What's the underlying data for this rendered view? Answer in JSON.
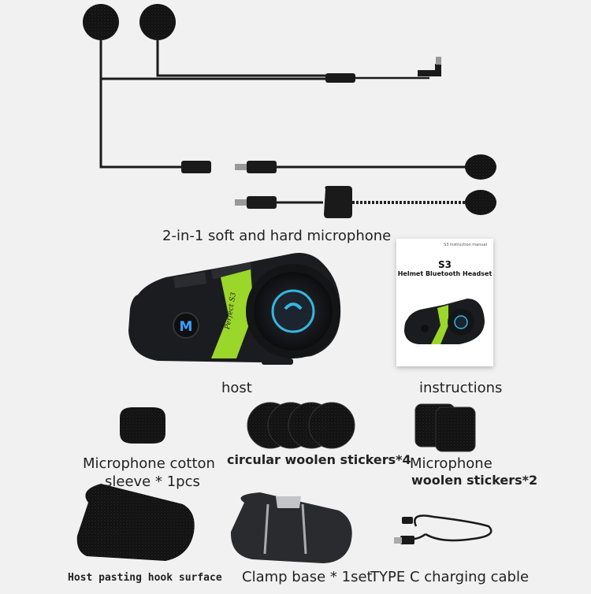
{
  "labels": {
    "microphone_caption": "2-in-1 soft and hard microphone",
    "host": "host",
    "instructions": "instructions",
    "cotton_sleeve": "Microphone cotton",
    "cotton_sleeve_line2": "sleeve * 1pcs",
    "circular_stickers": "circular woolen stickers*4",
    "mic_stickers": "Microphone",
    "mic_stickers_line2": "woolen stickers*2",
    "host_pasting": "Host pasting hook surface",
    "clamp_base": "Clamp base * 1set",
    "charging_cable": "TYPE C charging cable"
  },
  "manual": {
    "small_text": "S3 instruction manual",
    "title": "S3",
    "subtitle": "Helmet Bluetooth Headset"
  },
  "device": {
    "button_letter": "M",
    "brand": "Perfect S3",
    "accent_color": "#9bd62a",
    "body_color": "#1b1c1f"
  }
}
